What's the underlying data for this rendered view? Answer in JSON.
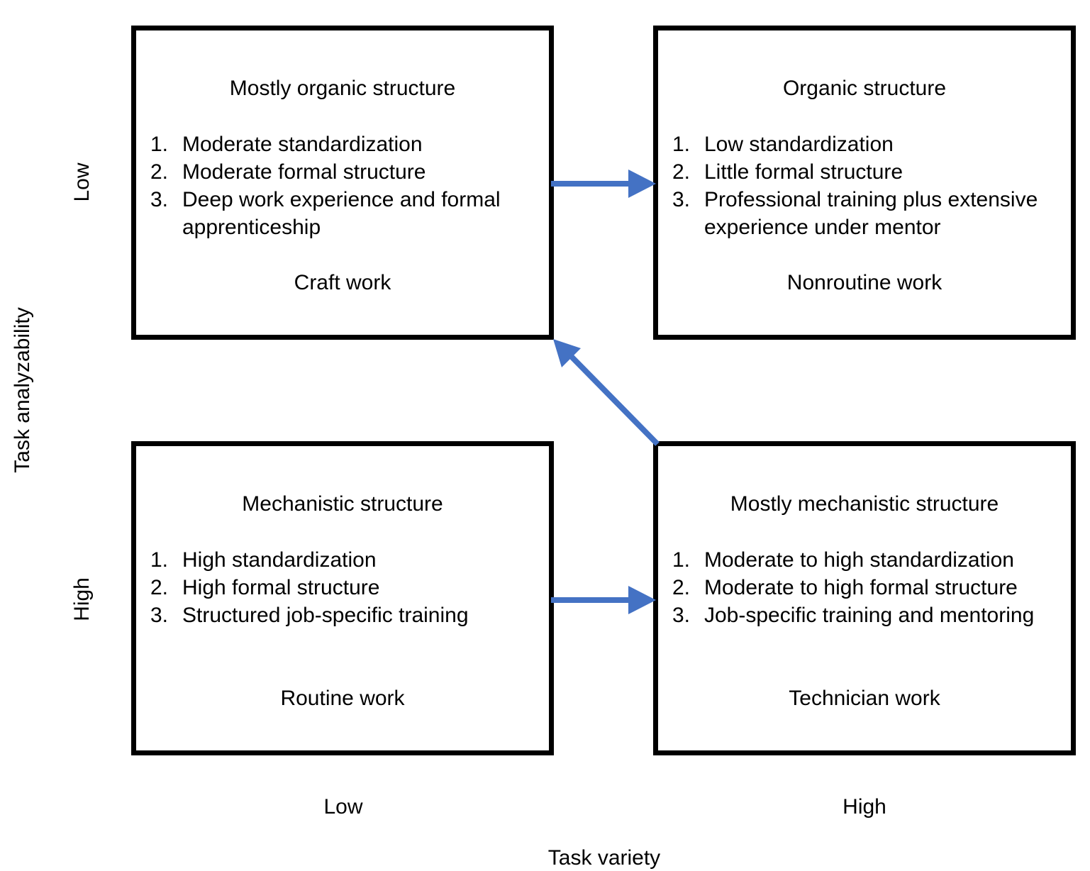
{
  "axes": {
    "y_title": "Task analyzability",
    "y_low": "Low",
    "y_high": "High",
    "x_title": "Task variety",
    "x_low": "Low",
    "x_high": "High"
  },
  "quadrants": {
    "top_left": {
      "title": "Mostly organic structure",
      "items": [
        {
          "num": "1.",
          "text": "Moderate standardization"
        },
        {
          "num": "2.",
          "text": "Moderate formal structure"
        },
        {
          "num": "3.",
          "text": "Deep work experience and formal apprenticeship"
        }
      ],
      "footer": "Craft work"
    },
    "top_right": {
      "title": "Organic structure",
      "items": [
        {
          "num": "1.",
          "text": "Low standardization"
        },
        {
          "num": "2.",
          "text": "Little formal structure"
        },
        {
          "num": "3.",
          "text": "Professional training plus extensive experience under mentor"
        }
      ],
      "footer": "Nonroutine work"
    },
    "bottom_left": {
      "title": "Mechanistic structure",
      "items": [
        {
          "num": "1.",
          "text": "High standardization"
        },
        {
          "num": "2.",
          "text": "High formal structure"
        },
        {
          "num": "3.",
          "text": "Structured job-specific training"
        }
      ],
      "footer": "Routine work"
    },
    "bottom_right": {
      "title": "Mostly mechanistic structure",
      "items": [
        {
          "num": "1.",
          "text": "Moderate to high standardization"
        },
        {
          "num": "2.",
          "text": "Moderate to high formal structure"
        },
        {
          "num": "3.",
          "text": "Job-specific training and mentoring"
        }
      ],
      "footer": "Technician work"
    }
  },
  "colors": {
    "arrow": "#4472C4",
    "box_border": "#000000"
  }
}
